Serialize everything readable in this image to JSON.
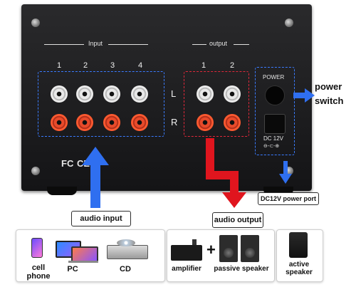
{
  "device": {
    "input_header": "Input",
    "output_header": "output",
    "input_channels": [
      "1",
      "2",
      "3",
      "4"
    ],
    "output_channels": [
      "1",
      "2"
    ],
    "left_label": "L",
    "right_label": "R",
    "power_label": "POWER",
    "dc_label": "DC 12V",
    "polarity_symbol": "⊖-⊂-⊕",
    "fc_mark": "FC",
    "ce_mark": "CE"
  },
  "callouts": {
    "power_switch": "power\nswitch",
    "dc_power_port": "DC12V power port",
    "audio_input": "audio input",
    "audio_output": "audio output"
  },
  "sources": {
    "cell_phone": "cell phone",
    "pc": "PC",
    "cd": "CD"
  },
  "outputs": {
    "amplifier": "amplifier",
    "plus": "+",
    "passive_speaker": "passive speaker",
    "active_speaker": "active\nspeaker"
  },
  "colors": {
    "input_arrow": "#2f6ff0",
    "output_arrow": "#e0151e",
    "blue_box": "#3a7bff",
    "red_box": "#e0283a"
  }
}
